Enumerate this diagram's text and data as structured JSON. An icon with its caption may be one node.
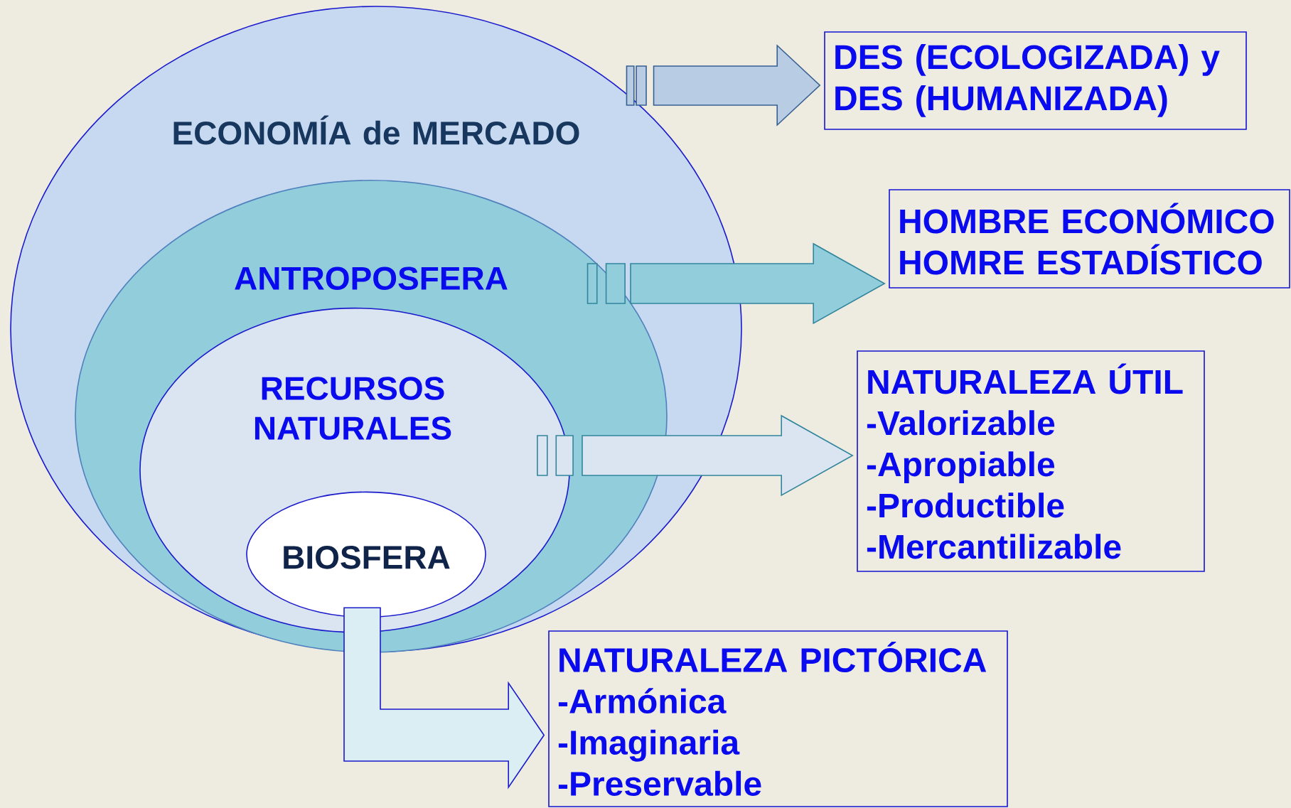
{
  "diagram": {
    "nodes": [
      {
        "text": [
          "ECONOMÍA de MERCADO"
        ]
      },
      {
        "text": [
          "ANTROPOSFERA"
        ],
        "in": 0
      },
      {
        "text": [
          "RECURSOS NATURALES"
        ],
        "in": 1
      },
      {
        "text": [
          "BIOSFERA"
        ],
        "in": 2
      },
      {
        "text": [
          "DES (ECOLOGIZADA) y DES (HUMANIZADA)"
        ]
      },
      {
        "text": [
          "HOMBRE ECONÓMICO",
          "HOMRE ESTADÍSTICO"
        ]
      },
      {
        "text": [
          "NATURALEZA ÚTIL",
          "-Valorizable",
          "-Apropiable",
          "-Productible",
          "-Mercantilizable"
        ]
      },
      {
        "text": [
          "NATURALEZA PICTÓRICA",
          "-Armónica",
          "-Imaginaria",
          "-Preservable"
        ]
      }
    ],
    "edges": [
      {
        "from": 0,
        "to": 4,
        "arrow": "to",
        "color": "#b8cce4"
      },
      {
        "from": 1,
        "to": 5,
        "arrow": "to",
        "color": "#92cddc"
      },
      {
        "from": 2,
        "to": 6,
        "arrow": "to",
        "color": "#dbe5f1"
      },
      {
        "from": 3,
        "to": 7,
        "arrow": "to",
        "color": "#dbeef3"
      }
    ]
  }
}
